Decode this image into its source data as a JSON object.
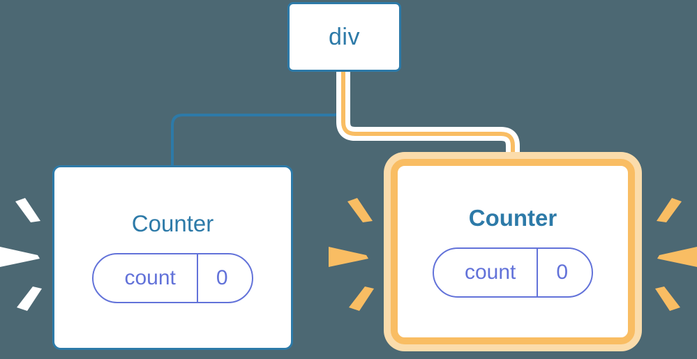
{
  "diagram": {
    "title": "React component tree re-render highlight",
    "background_color": "#4c6873",
    "nodes": {
      "root": {
        "label": "div",
        "border_color": "#2d7aa8",
        "text_color": "#2d7aa8"
      },
      "counter_left": {
        "label": "Counter",
        "border_color": "#2d7aa8",
        "text_color": "#2d7aa8",
        "highlighted": "false",
        "state": {
          "key": "count",
          "value": "0",
          "color": "#6272d9"
        }
      },
      "counter_right": {
        "label": "Counter",
        "border_color": "#f9bd63",
        "glow_color": "#fbdcab",
        "text_color": "#2d7aa8",
        "highlighted": "true",
        "state": {
          "key": "count",
          "value": "0",
          "color": "#6272d9"
        }
      }
    },
    "edges": [
      {
        "name": "div-to-counter-left",
        "from": "div",
        "to": "Counter",
        "color": "#2d7aa8",
        "style": "plain"
      },
      {
        "name": "div-to-counter-right",
        "from": "div",
        "to": "Counter",
        "color": "#f9bd63",
        "style": "halo"
      }
    ],
    "sparkles": {
      "left_group_color": "#ffffff",
      "middle_group_color": "#f9bd63",
      "right_group_color": "#f9bd63",
      "count_per_group": "3"
    }
  }
}
